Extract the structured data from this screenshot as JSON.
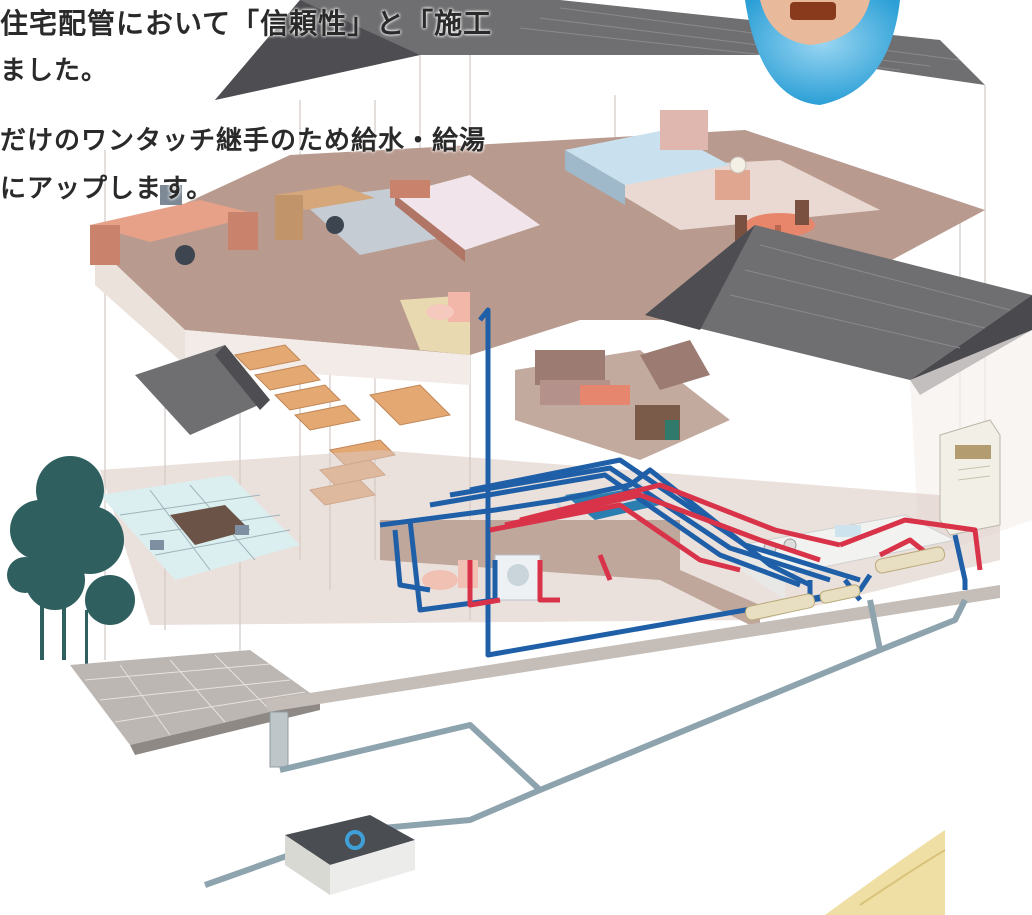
{
  "text": {
    "line1": "住宅配管において「信頼性」と「施工",
    "line2": "ました。",
    "line3": "だけのワンタッチ継手のため給水・給湯",
    "line4": "にアップします。"
  },
  "colors": {
    "water_supply": "#1f5fa8",
    "hot_water": "#d9334a",
    "roof": "#6f6f72",
    "floor": "#b89a8e",
    "ground_pipe": "#8da3ad"
  }
}
